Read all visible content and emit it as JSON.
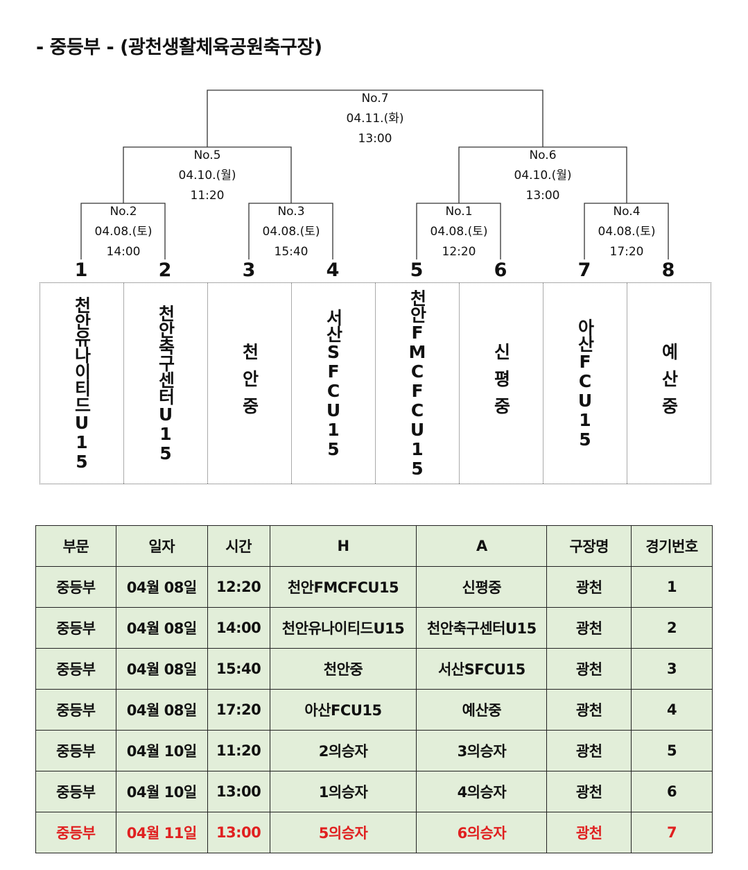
{
  "title": "-  중등부  -  (광천생활체육공원축구장)",
  "matches": [
    {
      "no": "No.7",
      "date": "04.11.(화)",
      "time": "13:00"
    },
    {
      "no": "No.5",
      "date": "04.10.(월)",
      "time": "11:20"
    },
    {
      "no": "No.6",
      "date": "04.10.(월)",
      "time": "13:00"
    },
    {
      "no": "No.2",
      "date": "04.08.(토)",
      "time": "14:00"
    },
    {
      "no": "No.3",
      "date": "04.08.(토)",
      "time": "15:40"
    },
    {
      "no": "No.1",
      "date": "04.08.(토)",
      "time": "12:20"
    },
    {
      "no": "No.4",
      "date": "04.08.(토)",
      "time": "17:20"
    }
  ],
  "seeds": [
    "1",
    "2",
    "3",
    "4",
    "5",
    "6",
    "7",
    "8"
  ],
  "teams": [
    "천안유나이티드U15",
    "천안축구센터U15",
    "천안중",
    "서산SFCU15",
    "천안FMCFCU15",
    "신평중",
    "아산FCU15",
    "예산중"
  ],
  "schedule": {
    "headers": [
      "부문",
      "일자",
      "시간",
      "H",
      "A",
      "구장명",
      "경기번호"
    ],
    "rows": [
      [
        "중등부",
        "04월  08일",
        "12:20",
        "천안FMCFCU15",
        "신평중",
        "광천",
        "1"
      ],
      [
        "중등부",
        "04월  08일",
        "14:00",
        "천안유나이티드U15",
        "천안축구센터U15",
        "광천",
        "2"
      ],
      [
        "중등부",
        "04월  08일",
        "15:40",
        "천안중",
        "서산SFCU15",
        "광천",
        "3"
      ],
      [
        "중등부",
        "04월  08일",
        "17:20",
        "아산FCU15",
        "예산중",
        "광천",
        "4"
      ],
      [
        "중등부",
        "04월  10일",
        "11:20",
        "2의승자",
        "3의승자",
        "광천",
        "5"
      ],
      [
        "중등부",
        "04월  10일",
        "13:00",
        "1의승자",
        "4의승자",
        "광천",
        "6"
      ],
      [
        "중등부",
        "04월  11일",
        "13:00",
        "5의승자",
        "6의승자",
        "광천",
        "7"
      ]
    ],
    "highlight_color": "#e02020",
    "table_bg": "#e2eed9"
  }
}
